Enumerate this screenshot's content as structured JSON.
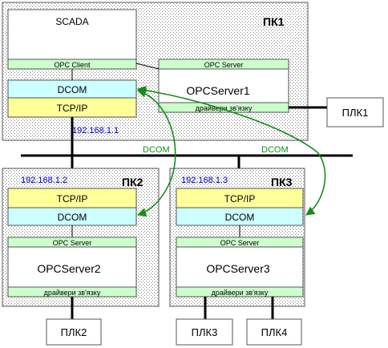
{
  "pcs": {
    "pc1": {
      "label": "ПК1",
      "ip": "192.168.1.1"
    },
    "pc2": {
      "label": "ПК2",
      "ip": "192.168.1.2"
    },
    "pc3": {
      "label": "ПК3",
      "ip": "192.168.1.3"
    }
  },
  "pc1": {
    "scada": "SCADA",
    "opc_client": "OPC Client",
    "opc_server_bar": "OPC Server",
    "opc_server_name": "OPCServer1",
    "drivers": "драйвери зв'язку",
    "dcom": "DCOM",
    "tcpip": "TCP/IP"
  },
  "pc2": {
    "tcpip": "TCP/IP",
    "dcom": "DCOM",
    "opc_server_bar": "OPC Server",
    "opc_server_name": "OPCServer2",
    "drivers": "драйвери зв'язку"
  },
  "pc3": {
    "tcpip": "TCP/IP",
    "dcom": "DCOM",
    "opc_server_bar": "OPC Server",
    "opc_server_name": "OPCServer3",
    "drivers": "драйвери зв'язку"
  },
  "plc": {
    "plc1": "ПЛК1",
    "plc2": "ПЛК2",
    "plc3": "ПЛК3",
    "plc4": "ПЛК4"
  },
  "links": {
    "dcom_left": "DCOM",
    "dcom_right": "DCOM"
  },
  "colors": {
    "yellow": "#ffff99",
    "cyan": "#ccffff",
    "green_bar": "#ccffcc",
    "arrow": "#1a8a1a",
    "ip": "#0000cc"
  }
}
